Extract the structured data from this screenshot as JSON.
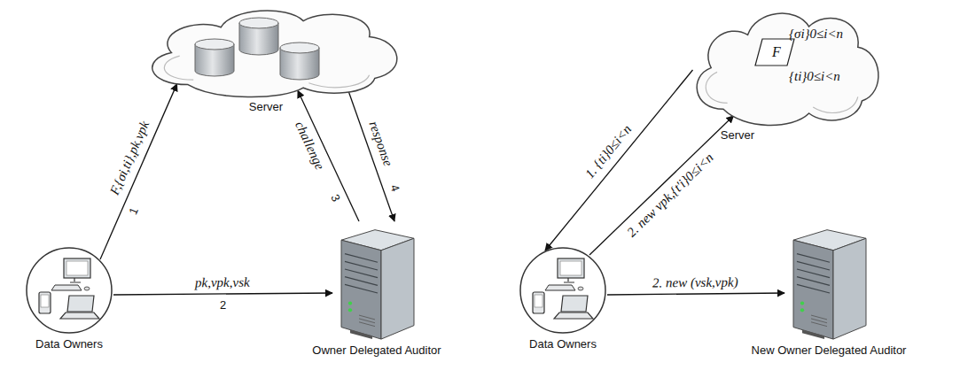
{
  "diagram": {
    "nodes": [
      {
        "text": [
          "Server"
        ]
      },
      {
        "text": [
          "Data Owners"
        ]
      },
      {
        "text": [
          "Owner Delegated Auditor"
        ]
      },
      {
        "text": [
          "Server"
        ]
      },
      {
        "text": [
          "F"
        ],
        "in": 3
      },
      {
        "text": [
          "Data Owners"
        ]
      },
      {
        "text": [
          "New Owner Delegated Auditor"
        ]
      }
    ],
    "edges": [
      {
        "from": 1,
        "to": 0,
        "arrow": "to",
        "label": "F,{σi,ti},pk,vpk"
      },
      {
        "from": 1,
        "to": 2,
        "arrow": "to",
        "label": "pk,vpk,vsk"
      },
      {
        "from": 2,
        "to": 0,
        "arrow": "to",
        "label": "challenge"
      },
      {
        "from": 0,
        "to": 2,
        "arrow": "to",
        "label": "response"
      },
      {
        "from": 3,
        "to": 5,
        "arrow": "to",
        "label": "1. {ti}0≤i<n"
      },
      {
        "from": 5,
        "to": 3,
        "arrow": "to",
        "label": "2. new vpk,{t'i}0≤i<n"
      },
      {
        "from": 5,
        "to": 6,
        "arrow": "to",
        "label": "2. new (vsk,vpk)"
      }
    ],
    "labels": [
      "1",
      "2",
      "3",
      "4",
      "{σi}0≤i<n",
      "{ti}0≤i<n"
    ]
  }
}
